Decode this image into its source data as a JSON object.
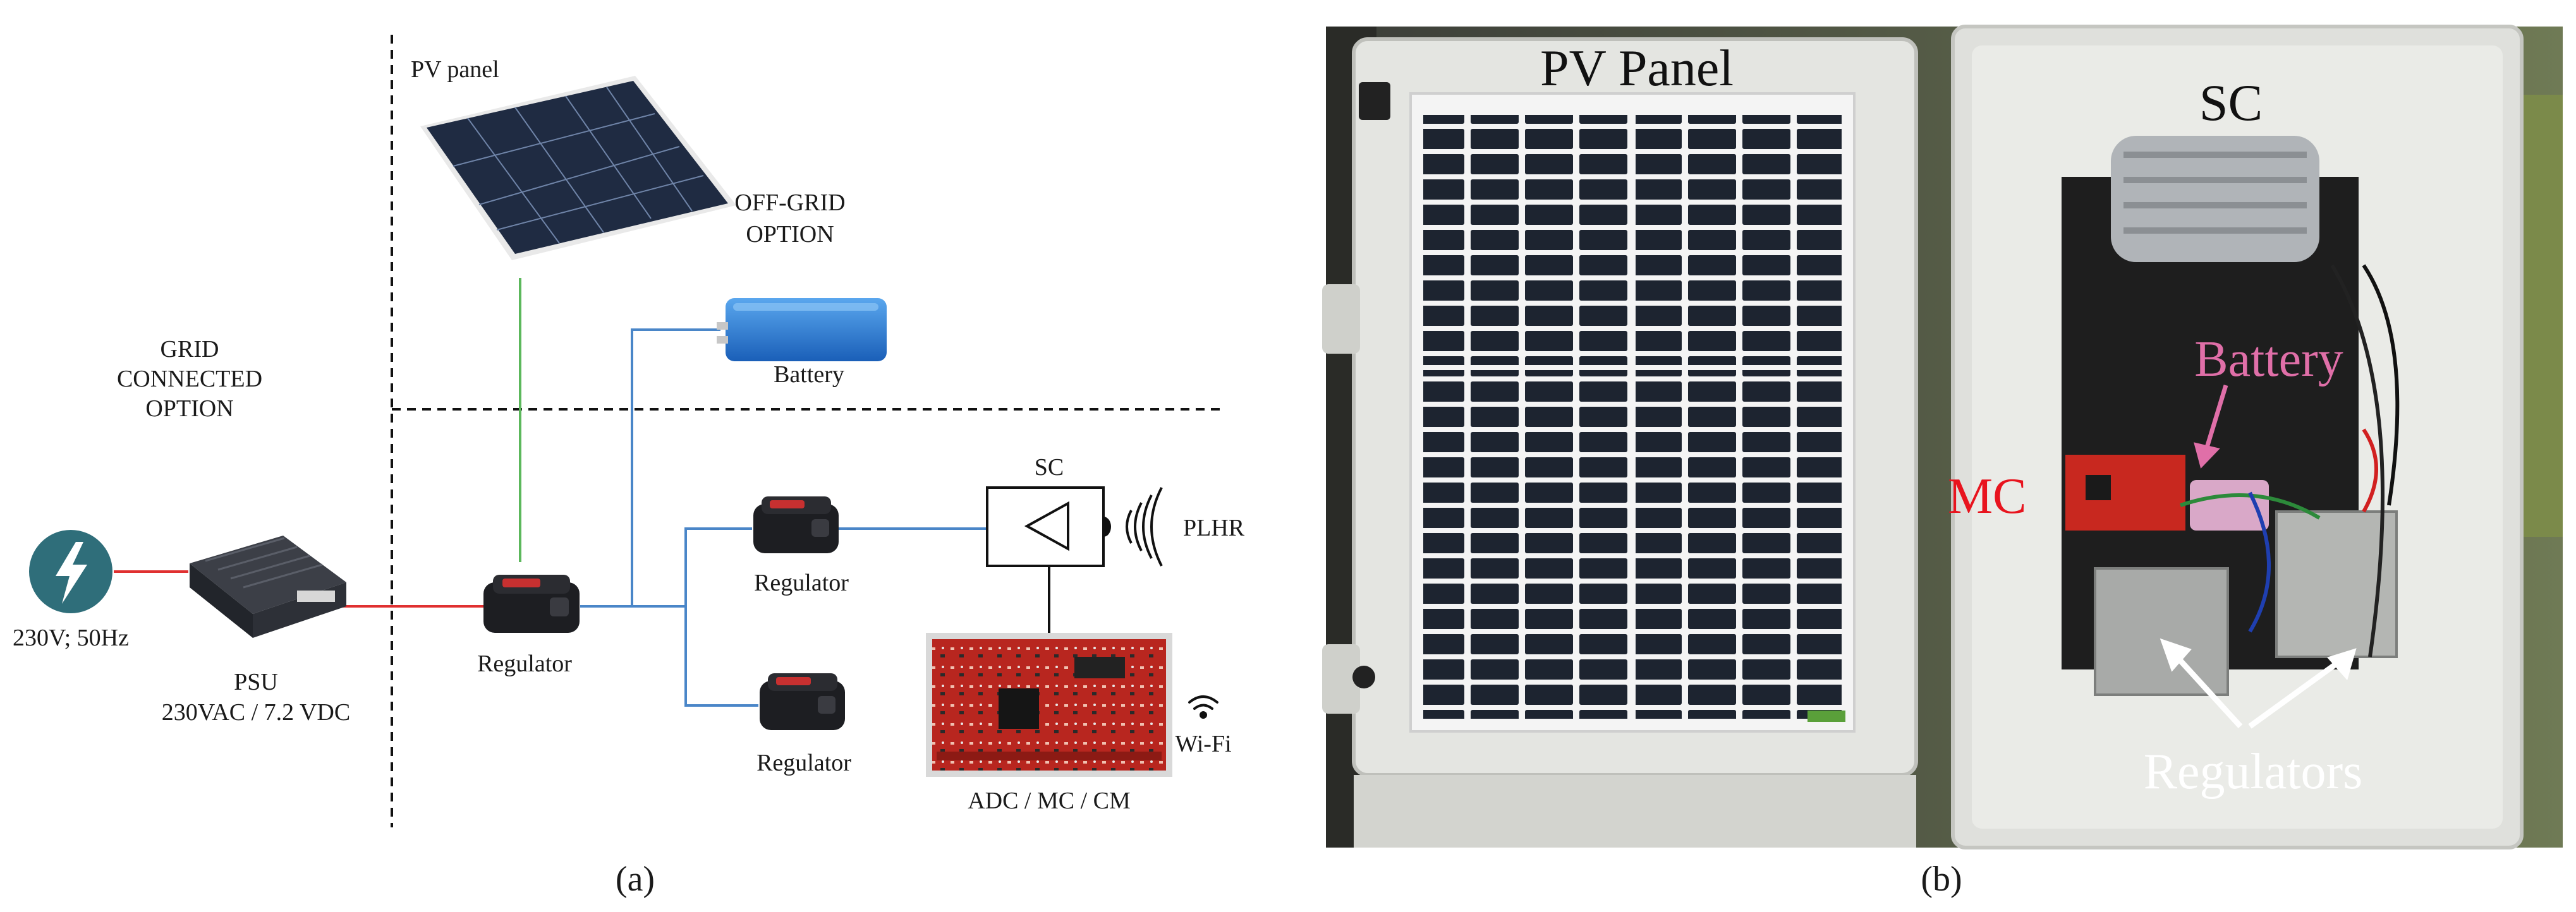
{
  "diagram": {
    "pv_panel_label": "PV panel",
    "off_grid_option": [
      "OFF-GRID",
      "OPTION"
    ],
    "grid_connected_option": [
      "GRID",
      "CONNECTED",
      "OPTION"
    ],
    "battery_label": "Battery",
    "sc_label": "SC",
    "plhr_label": "PLHR",
    "regulator_main_label": "Regulator",
    "regulator_top_label": "Regulator",
    "regulator_bottom_label": "Regulator",
    "mains_label": "230V; 50Hz",
    "psu_label": [
      "PSU",
      "230VAC / 7.2 VDC"
    ],
    "adc_label": "ADC / MC / CM",
    "wifi_label": "Wi-Fi",
    "caption": "(a)",
    "colors": {
      "grid_line": "#e03030",
      "pv_line": "#5cb85c",
      "dc_line": "#4a86c8"
    }
  },
  "photo": {
    "pv_panel_label": "PV Panel",
    "sc_label": "SC",
    "battery_label": "Battery",
    "mc_label": "MC",
    "regulators_label": "Regulators",
    "caption": "(b)",
    "colors": {
      "battery": "#e06fa8",
      "mc": "#e8141e",
      "regulators": "#ffffff"
    }
  }
}
